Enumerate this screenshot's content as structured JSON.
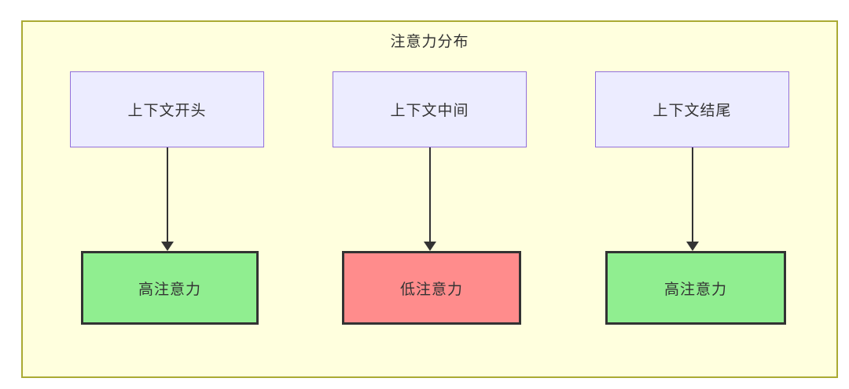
{
  "diagram": {
    "type": "flowchart-top-down",
    "title": "注意力分布",
    "frame": {
      "background_color": "#FFFFDE",
      "border_color": "#AAAA33"
    },
    "node_styles": {
      "context_node_fill": "#ECECFF",
      "context_node_border": "#9370DB",
      "high_attention_fill": "#90EE90",
      "low_attention_fill": "#FF8C8C",
      "result_node_border": "#333333",
      "text_color": "#333333",
      "arrow_color": "#333333"
    },
    "columns": [
      {
        "top": {
          "label": "上下文开头"
        },
        "arrow": {
          "direction": "down"
        },
        "bottom": {
          "label": "高注意力",
          "level": "high"
        }
      },
      {
        "top": {
          "label": "上下文中间"
        },
        "arrow": {
          "direction": "down"
        },
        "bottom": {
          "label": "低注意力",
          "level": "low"
        }
      },
      {
        "top": {
          "label": "上下文结尾"
        },
        "arrow": {
          "direction": "down"
        },
        "bottom": {
          "label": "高注意力",
          "level": "high"
        }
      }
    ]
  }
}
